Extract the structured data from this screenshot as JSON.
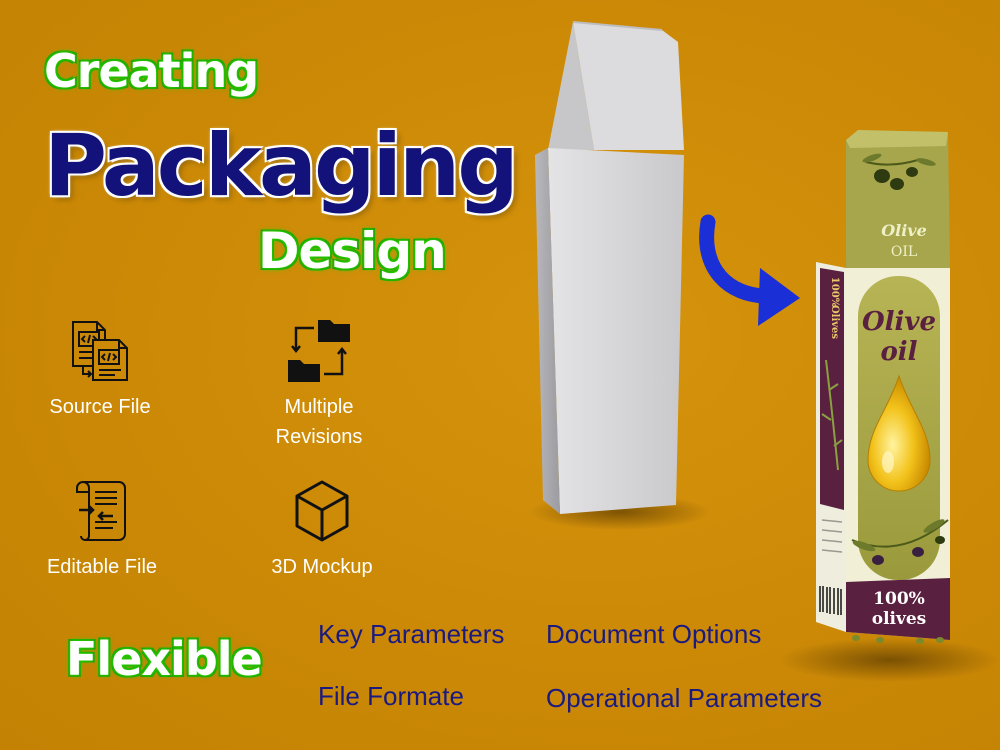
{
  "headline": {
    "line1": "Creating",
    "line2": "Packaging",
    "line3": "Design",
    "flexible": "Flexible"
  },
  "features": {
    "source_file": "Source File",
    "multiple_revisions_line1": "Multiple",
    "multiple_revisions_line2": "Revisions",
    "editable_file": "Editable File",
    "mockup_3d": "3D Mockup"
  },
  "parameters": {
    "key_parameters": "Key Parameters",
    "document_options": "Document Options",
    "file_formate": "File Formate",
    "operational_parameters": "Operational Parameters"
  },
  "product_box": {
    "top_logo_line1": "Olive",
    "top_logo_line2": "OIL",
    "front_title_line1": "Olive",
    "front_title_line2": "oil",
    "front_badge_line1": "100%",
    "front_badge_line2": "olives",
    "side_text_line1": "100%",
    "side_text_line2": "Olives"
  },
  "icons": [
    "source-file-icon",
    "folder-swap-icon",
    "editable-file-icon",
    "cube-icon",
    "curved-arrow-icon"
  ],
  "colors": {
    "background": "#cc8a06",
    "headline_navy": "#12127a",
    "green_glow": "#2bd400",
    "parameter_text": "#1a1a80",
    "arrow_blue": "#1a2fd6",
    "box_green": "#a6a64a",
    "box_purple": "#5a2040"
  }
}
